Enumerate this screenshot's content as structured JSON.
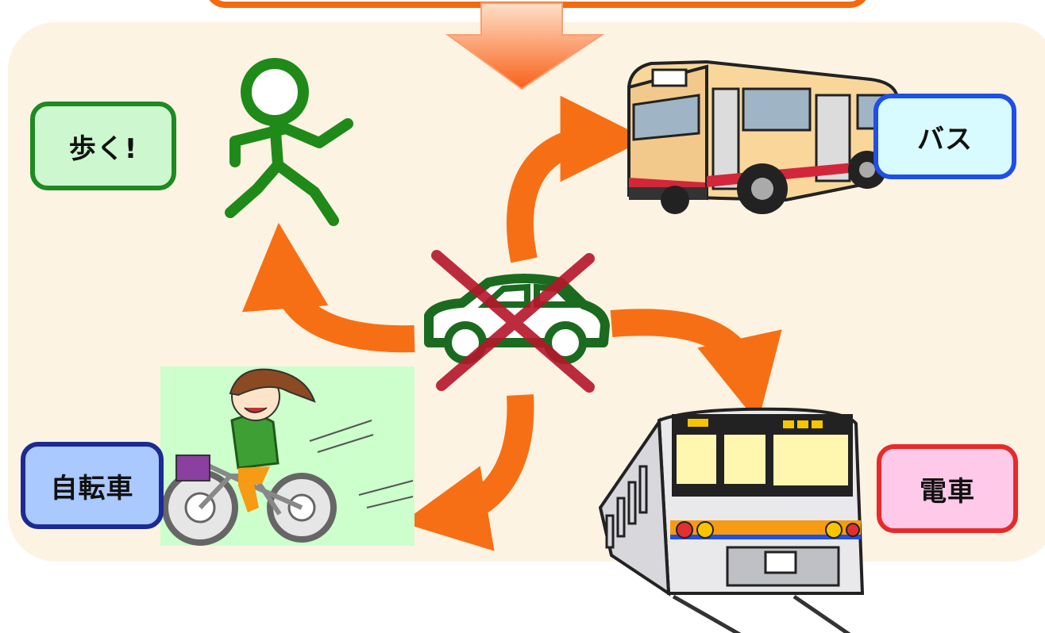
{
  "labels": {
    "walk": "歩く!",
    "bus": "バス",
    "bicycle": "自転車",
    "train": "電車"
  },
  "colors": {
    "panel": "#fdf3e3",
    "arrow": "#f76f14",
    "banner_border": "#f46a10",
    "walker": "#1f8a18",
    "car_outline": "#1a6b1f",
    "cross": "#b5162a",
    "bike_bg": "#ccffcc"
  },
  "icons": [
    "walking-person-icon",
    "car-icon",
    "no-car-cross-icon",
    "bus-icon",
    "bicycle-rider-icon",
    "train-icon"
  ]
}
